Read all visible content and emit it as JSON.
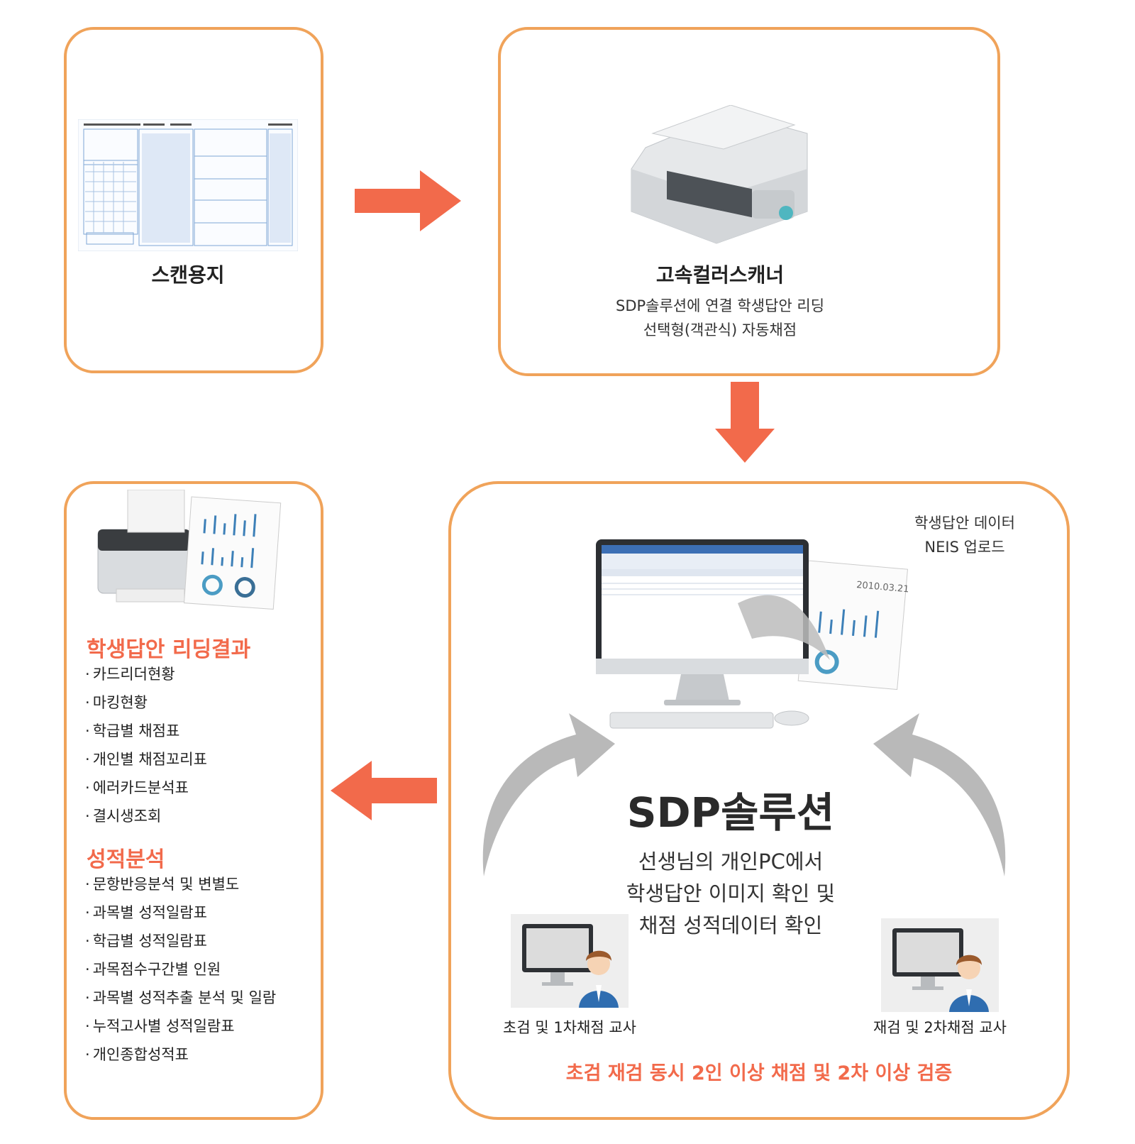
{
  "colors": {
    "accent": "#f26a4b",
    "border": "#f0a35a",
    "arrow": "#f26a4b"
  },
  "scan": {
    "title": "스캔용지"
  },
  "scanner": {
    "title": "고속컬러스캐너",
    "line1": "SDP솔루션에 연결 학생답안 리딩",
    "line2": "선택형(객관식) 자동채점"
  },
  "results": {
    "section1_title": "학생답안 리딩결과",
    "section1_items": [
      "카드리더현황",
      "마킹현황",
      "학급별 채점표",
      "개인별 채점꼬리표",
      "에러카드분석표",
      "결시생조회"
    ],
    "section2_title": "성적분석",
    "section2_items": [
      "문항반응분석 및 변별도",
      "과목별 성적일람표",
      "학급별 성적일람표",
      "과목점수구간별 인원",
      "과목별 성적추출 분석 및 일람",
      "누적고사별 성적일람표",
      "개인종합성적표"
    ]
  },
  "sdp": {
    "neis_line1": "학생답안 데이터",
    "neis_line2": "NEIS 업로드",
    "report_date": "2010.03.21",
    "title": "SDP솔루션",
    "desc1": "선생님의 개인PC에서",
    "desc2": "학생답안 이미지 확인 및",
    "desc3": "채점 성적데이터 확인",
    "teacher1": "초검 및 1차채점 교사",
    "teacher2": "재검 및 2차채점 교사",
    "bottom_note": "초검 재검 동시 2인 이상 채점 및 2차 이상 검증"
  }
}
